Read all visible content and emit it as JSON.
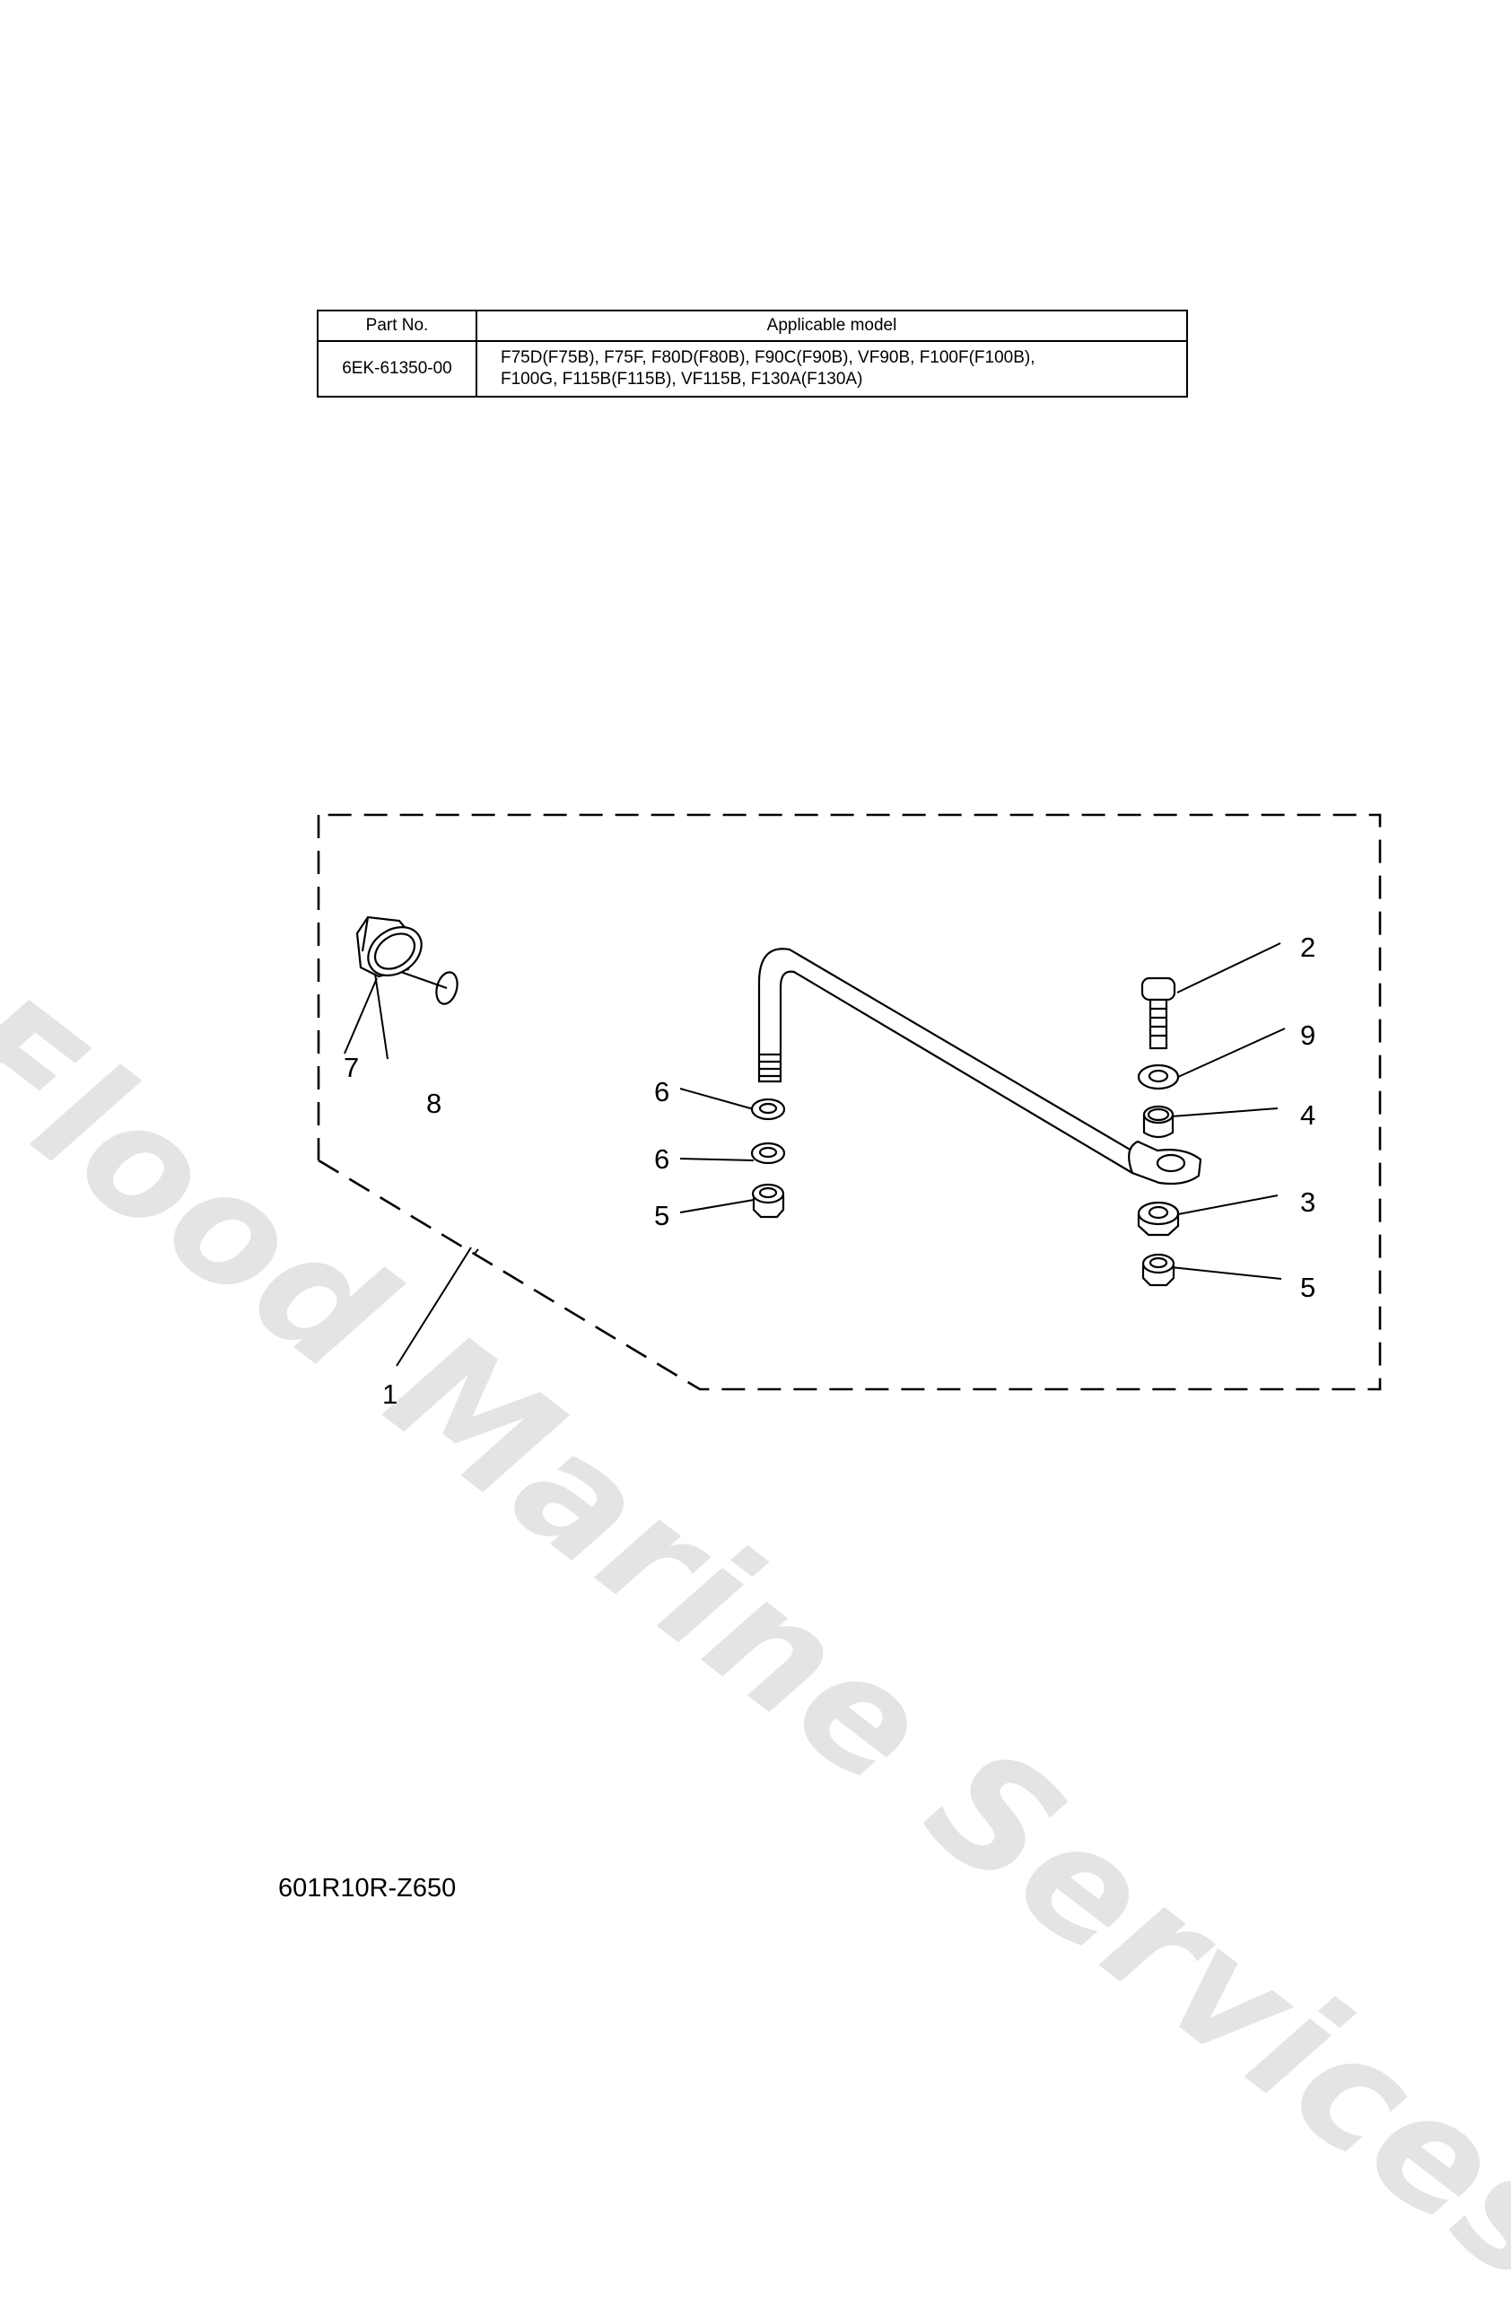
{
  "watermark": {
    "text": "Flood Marine Services",
    "color": "#e4e4e4"
  },
  "applicability_table": {
    "headers": [
      "Part No.",
      "Applicable model"
    ],
    "rows": [
      {
        "part_no": "6EK-61350-00",
        "models_line1": "F75D(F75B), F75F, F80D(F80B), F90C(F90B), VF90B, F100F(F100B),",
        "models_line2": "F100G, F115B(F115B), VF115B, F130A(F130A)"
      }
    ]
  },
  "diagram": {
    "line_color": "#000000",
    "callouts": [
      {
        "id": "c1",
        "label": "1",
        "part": "steering-link-rod-kit"
      },
      {
        "id": "c2",
        "label": "2",
        "part": "bolt"
      },
      {
        "id": "c9",
        "label": "9",
        "part": "washer"
      },
      {
        "id": "c4",
        "label": "4",
        "part": "collar"
      },
      {
        "id": "c3",
        "label": "3",
        "part": "nut"
      },
      {
        "id": "c5a",
        "label": "5",
        "part": "self-locking-nut"
      },
      {
        "id": "c5b",
        "label": "5",
        "part": "self-locking-nut"
      },
      {
        "id": "c6a",
        "label": "6",
        "part": "washer"
      },
      {
        "id": "c6b",
        "label": "6",
        "part": "washer"
      },
      {
        "id": "c7",
        "label": "7",
        "part": "nut"
      },
      {
        "id": "c8",
        "label": "8",
        "part": "o-ring"
      }
    ]
  },
  "footer": {
    "drawing_code": "601R10R-Z650"
  }
}
